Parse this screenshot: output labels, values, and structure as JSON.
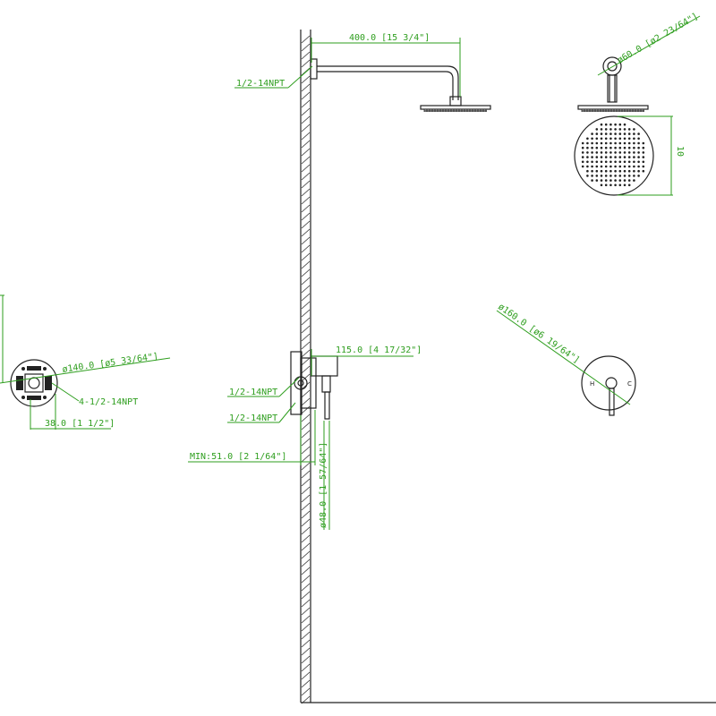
{
  "colors": {
    "dimension": "#2e9e1e",
    "outline": "#222222",
    "background": "#ffffff"
  },
  "dimensions": {
    "arm_length": "400.0 [15 3/4\"]",
    "arm_thread": "1/2-14NPT",
    "flange_dia": "ø60.0 [ø2 23/64\"]",
    "head_height": "10",
    "valve_body_dia": "ø140.0 [ø5 33/64\"]",
    "valve_ports": "4-1/2-14NPT",
    "valve_spacing": "38.0 [1 1/2\"]",
    "trim_depth": "115.0 [4 17/32\"]",
    "valve_inlet_top": "1/2-14NPT",
    "valve_inlet_bottom": "1/2-14NPT",
    "min_wall": "MIN:51.0 [2 1/64\"]",
    "cartridge_dia": "ø48.0 [1 57/64\"]",
    "trim_plate_dia": "ø160.0 [ø6 19/64\"]"
  },
  "trim_labels": {
    "hot": "H",
    "cold": "C"
  }
}
